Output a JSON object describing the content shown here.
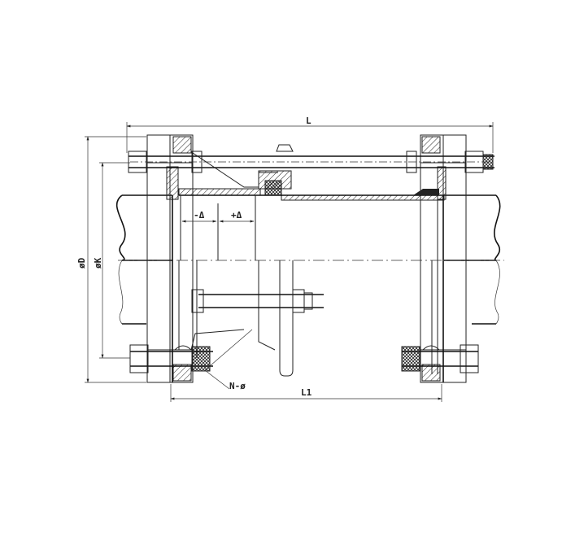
{
  "labels": {
    "overall_length": "L",
    "inner_length": "L1",
    "outer_diameter": "øD",
    "bolt_circle": "øK",
    "minus_delta": "-Δ",
    "plus_delta": "+Δ",
    "bolt_holes": "N-ø"
  }
}
